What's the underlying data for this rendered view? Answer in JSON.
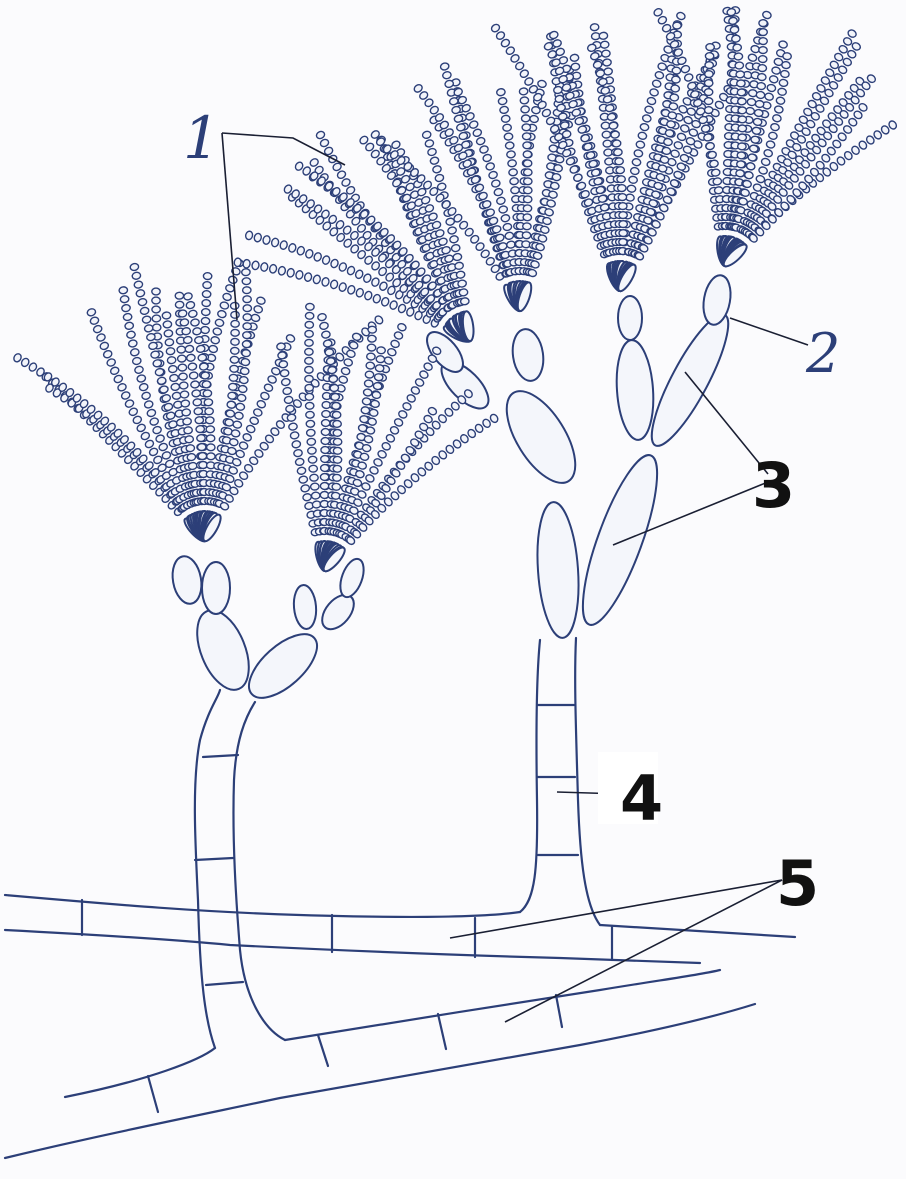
{
  "labels": {
    "l1": "1",
    "l2": "2",
    "l3": "3",
    "l4": "4",
    "l5": "5"
  },
  "colors": {
    "ink": "#2c3f78",
    "paper": "#fbfbfd",
    "label": "#111111"
  }
}
